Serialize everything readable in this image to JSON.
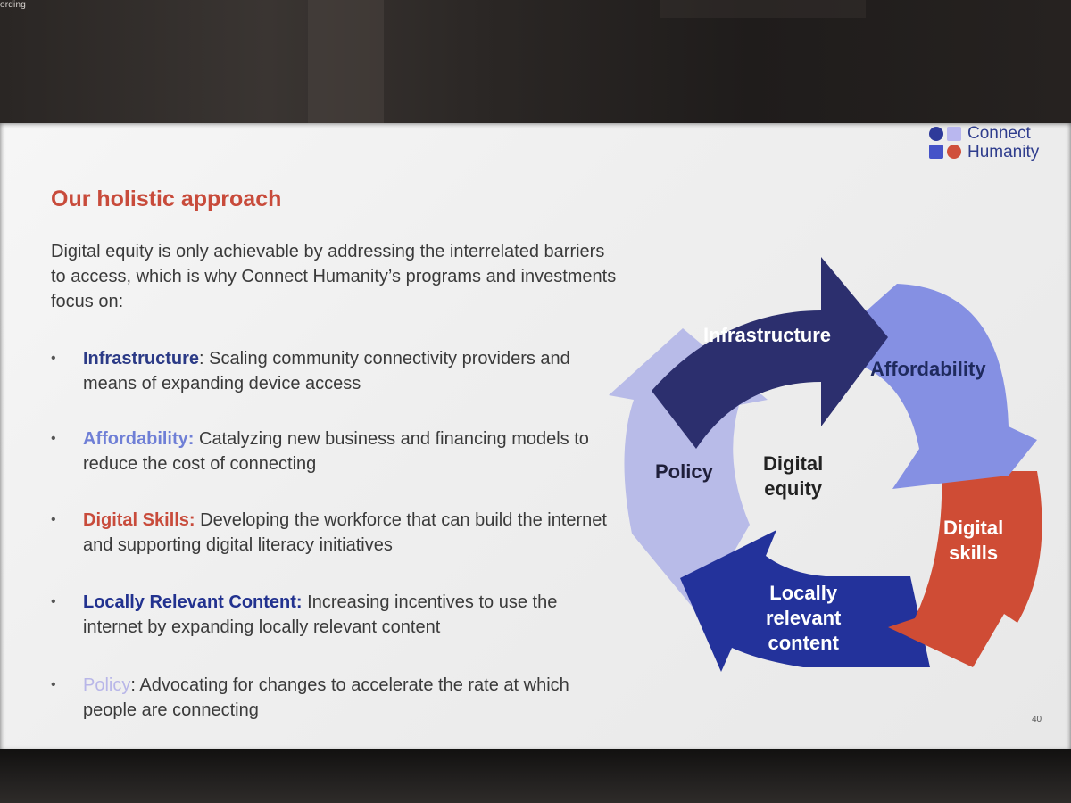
{
  "overlay": {
    "recording_text": "ording"
  },
  "logo": {
    "line1": "Connect",
    "line2": "Humanity"
  },
  "slide": {
    "title": "Our holistic approach",
    "intro": "Digital equity is only achievable by addressing the interrelated barriers to access, which is why Connect Humanity’s programs and investments focus on:",
    "bullets": [
      {
        "term": "Infrastructure",
        "sep": ":",
        "text": " Scaling community connectivity providers and means of expanding device access",
        "color": "#2b3a86"
      },
      {
        "term": "Affordability:",
        "sep": "",
        "text": " Catalyzing new business and financing models to reduce the cost of connecting",
        "color": "#6f7fd6"
      },
      {
        "term": "Digital Skills:",
        "sep": "",
        "text": " Developing the workforce that can build the internet and supporting digital literacy initiatives",
        "color": "#c84b3b"
      },
      {
        "term": "Locally Relevant Content:",
        "sep": "",
        "text": " Increasing incentives to use the internet by expanding locally relevant content",
        "color": "#22328f"
      },
      {
        "term": "Policy",
        "sep": ":",
        "text": " Advocating for changes to accelerate the rate at which people are connecting",
        "color": "#b8b6e8"
      }
    ],
    "page_number": "40"
  },
  "cycle": {
    "center": [
      "Digital",
      "equity"
    ],
    "segments": [
      {
        "lines": [
          "Infrastructure"
        ],
        "color": "#2c2f6e",
        "text_color": "#ffffff"
      },
      {
        "lines": [
          "Affordability"
        ],
        "color": "#8590e3",
        "text_color": "#1f2a5e"
      },
      {
        "lines": [
          "Digital",
          "skills"
        ],
        "color": "#cf4c35",
        "text_color": "#ffffff"
      },
      {
        "lines": [
          "Locally",
          "relevant",
          "content"
        ],
        "color": "#23329b",
        "text_color": "#ffffff"
      },
      {
        "lines": [
          "Policy"
        ],
        "color": "#b8bbe8",
        "text_color": "#1f1f3a"
      }
    ]
  }
}
